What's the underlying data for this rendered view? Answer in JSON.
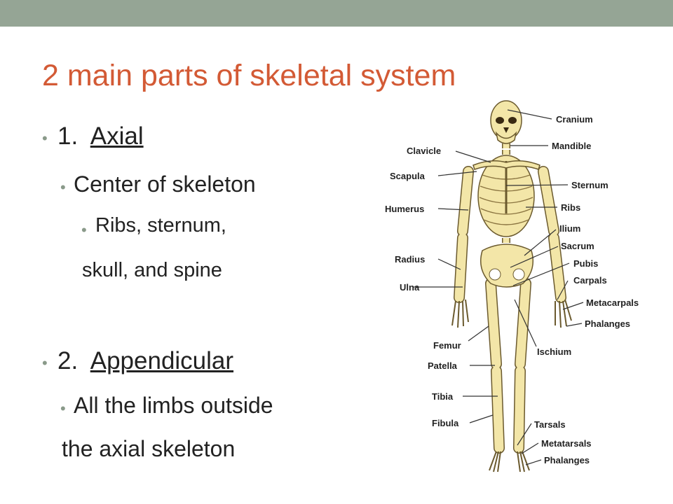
{
  "slide": {
    "title": "2 main parts of skeletal system",
    "colors": {
      "title": "#d35a35",
      "topbar": "#95a595",
      "bullet": "#8a9a8a",
      "bone": "#f3e6a8"
    }
  },
  "bullets": {
    "axial": {
      "number": "1.",
      "heading": "Axial",
      "sub": "Center of skeleton",
      "detail_line1": "Ribs, sternum,",
      "detail_line2": "skull, and spine"
    },
    "appendicular": {
      "number": "2.",
      "heading": "Appendicular",
      "sub_line1": "All the limbs outside",
      "sub_line2": "the axial skeleton"
    }
  },
  "figure": {
    "labels": {
      "cranium": "Cranium",
      "mandible": "Mandible",
      "clavicle": "Clavicle",
      "scapula": "Scapula",
      "sternum": "Sternum",
      "ribs": "Ribs",
      "humerus": "Humerus",
      "ilium": "Ilium",
      "sacrum": "Sacrum",
      "pubis": "Pubis",
      "radius": "Radius",
      "carpals": "Carpals",
      "ulna": "Ulna",
      "metacarpals": "Metacarpals",
      "phalanges_hand": "Phalanges",
      "femur": "Femur",
      "ischium": "Ischium",
      "patella": "Patella",
      "tibia": "Tibia",
      "fibula": "Fibula",
      "tarsals": "Tarsals",
      "metatarsals": "Metatarsals",
      "phalanges_foot": "Phalanges"
    }
  }
}
